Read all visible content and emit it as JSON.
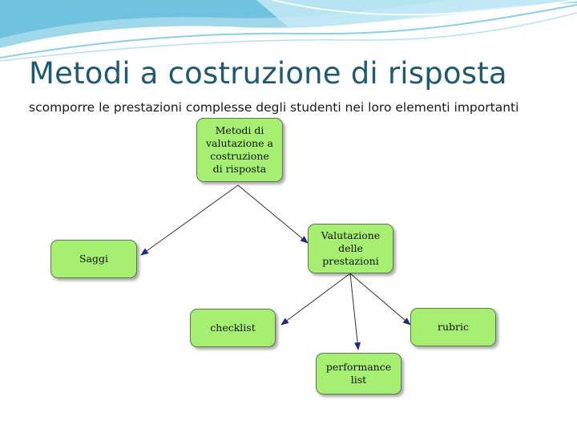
{
  "slide": {
    "title": "Metodi a costruzione di risposta",
    "subtitle": "scomporre le prestazioni complesse degli studenti nei loro elementi importanti"
  },
  "diagram": {
    "nodes": {
      "root": "Metodi di\nvalutazione a\ncostruzione\ndi risposta",
      "saggi": "Saggi",
      "valutazione": "Valutazione\ndelle\nprestazioni",
      "checklist": "checklist",
      "performance": "performance\nlist",
      "rubric": "rubric"
    },
    "edges": [
      {
        "from": "root",
        "to": "saggi"
      },
      {
        "from": "root",
        "to": "valutazione"
      },
      {
        "from": "valutazione",
        "to": "checklist"
      },
      {
        "from": "valutazione",
        "to": "performance"
      },
      {
        "from": "valutazione",
        "to": "rubric"
      }
    ]
  },
  "colors": {
    "node_fill": "#a6ef73",
    "node_border": "#5c7c46",
    "arrow": "#1c2a8c",
    "title": "#1f5a70"
  }
}
